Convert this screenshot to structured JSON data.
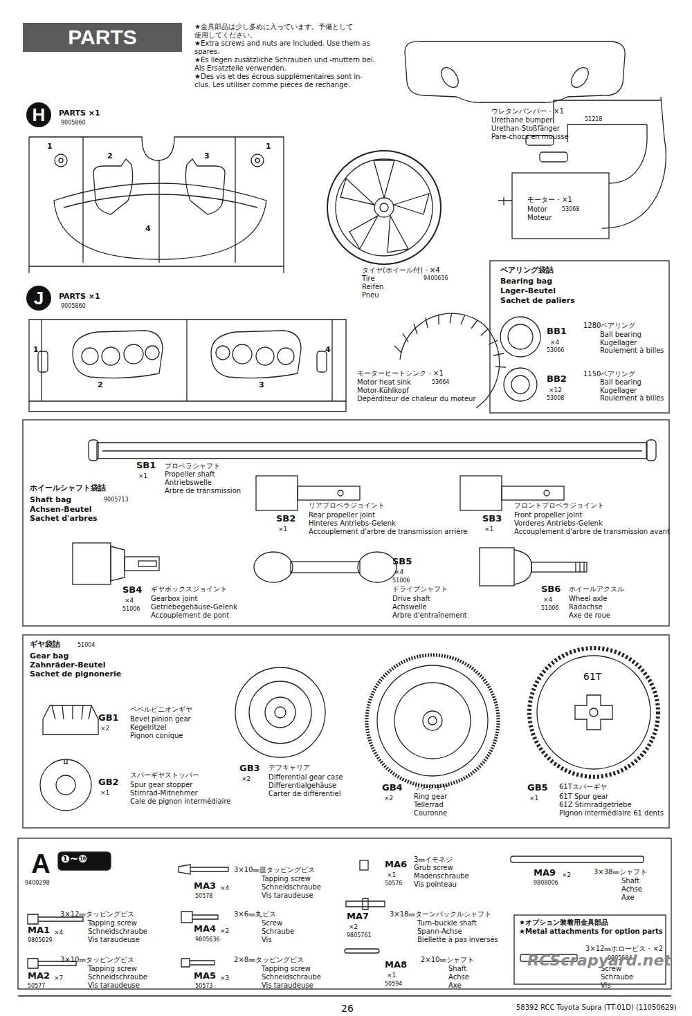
{
  "diagram": {
    "nodes": [
      {
        "text": [
          "PARTS"
        ]
      },
      {
        "text": [
          "H"
        ]
      },
      {
        "text": [
          "J"
        ]
      },
      {
        "text": [
          "A"
        ]
      }
    ],
    "labels": [
      "★金具部品は少し多めに入っています。予備として",
      "使用してください。",
      "★Extra screws and nuts are included. Use them as",
      "spares.",
      "★Es liegen zusätzliche Schrauben und -muttern bei.",
      "Als Ersatzteile verwenden.",
      "★Des vis et des écrous supplémentaires sont in-",
      "clus. Les utiliser comme pièces de rechange.",
      "PARTS ×1",
      "9005860",
      "1",
      "2",
      "3",
      "1",
      "4",
      "PARTS ×1",
      "9005860",
      "1",
      "2",
      "3",
      "4",
      "ウレタンバンパー・×1",
      "Urethane bumper",
      "51218",
      "Urethan-Stoßfänger",
      "Pare-chocs en mousse",
      "モーター・×1",
      "Motor",
      "53068",
      "Moteur",
      "タイヤ(ホイール付)・×4",
      "Tire",
      "9400616",
      "Reifen",
      "Pneu",
      "ベアリング袋詰",
      "Bearing bag",
      "Lager-Beutel",
      "Sachet de paliers",
      "BB1",
      "×4",
      "53066",
      "1280ベアリング",
      "Ball bearing",
      "Kugellager",
      "Roulement à billes",
      "BB2",
      "×12",
      "53008",
      "1150ベアリング",
      "Ball bearing",
      "Kugellager",
      "Roulement à billes",
      "モーターヒートシンク・×1",
      "Motor heat sink",
      "53664",
      "Motor-Kühlkopf",
      "Dépérditeur de chaleur du moteur",
      "SB1",
      "×1",
      "プロペラシャフト",
      "Propeller shaft",
      "Antriebswelle",
      "Arbre de transmission",
      "ホイールシャフト袋詰",
      "Shaft bag",
      "9005713",
      "Achsen-Beutel",
      "Sachet d'arbres",
      "SB2",
      "×1",
      "リアプロペラジョイント",
      "Rear propeller joint",
      "Hinteres Antriebs-Gelenk",
      "Accouplement d'arbre de transmission arrière",
      "SB3",
      "×1",
      "フロントプロペラジョイント",
      "Front propeller joint",
      "Vorderes Antriebs-Gelenk",
      "Accouplement d'arbre de transmission avant",
      "SB4",
      "×4",
      "51006",
      "ギヤボックスジョイント",
      "Gearbox joint",
      "Getriebegehäuse-Gelenk",
      "Accouplement de pont",
      "SB5",
      "×4",
      "51006",
      "ドライブシャフト",
      "Drive shaft",
      "Achswelle",
      "Arbre d'entraînement",
      "SB6",
      "×4",
      "51006",
      "ホイールアクスル",
      "Wheel axle",
      "Radachse",
      "Axe de roue",
      "ギヤ袋詰",
      "51004",
      "Gear bag",
      "Zahnräder-Beutel",
      "Sachet de pignonerie",
      "GB1",
      "×2",
      "ベベルピニオンギヤ",
      "Bevel pinion gear",
      "Kegelritzel",
      "Pignon conique",
      "GB2",
      "×1",
      "スパーギヤストッパー",
      "Spur gear stopper",
      "Stirnrad-Mitnehmer",
      "Cale de pignon intermédiaire",
      "GB3",
      "×2",
      "デフキャリア",
      "Differential gear case",
      "Differentialgehäuse",
      "Carter de différentiel",
      "GB4",
      "×2",
      "リングギヤ",
      "Ring gear",
      "Tellerrad",
      "Couronne",
      "GB5",
      "×1",
      "61Tスパーギヤ",
      "61T Spur gear",
      "61Z Stirnradgetriebe",
      "Pignon intermédiaire 61 dents",
      "61T",
      "❶~❿",
      "9400298",
      "MA3",
      "×4",
      "50578",
      "3×10㎜皿タッピングビス",
      "Tapping screw",
      "Schneidschraube",
      "Vis taraudeuse",
      "MA1",
      "×4",
      "9805629",
      "3×12㎜タッピングビス",
      "Tapping screw",
      "Schneidschraube",
      "Vis taraudeuse",
      "MA4",
      "×2",
      "9805636",
      "3×6㎜丸ビス",
      "Screw",
      "Schraube",
      "Vis",
      "MA2",
      "×7",
      "50577",
      "3×10㎜タッピングビス",
      "Tapping screw",
      "Schneidschraube",
      "Vis taraudeuse",
      "MA5",
      "×3",
      "50573",
      "2×8㎜タッピングビス",
      "Tapping screw",
      "Schneidschraube",
      "Vis taraudeuse",
      "MA6",
      "×1",
      "50576",
      "3㎜イモネジ",
      "Grub screw",
      "Madenschraube",
      "Vis pointeau",
      "MA7",
      "×2",
      "9805761",
      "3×18㎜ターンバックルシャフト",
      "Turn-buckle shaft",
      "Spann-Achse",
      "Biellette à pas inversés",
      "MA8",
      "×1",
      "50594",
      "2×10㎜シャフト",
      "Shaft",
      "Achse",
      "Axe",
      "MA9",
      "×2",
      "9808006",
      "3×38㎜シャフト",
      "Shaft",
      "Achse",
      "Axe",
      "★オプション装着用金具部品",
      "★Metal attachments for option parts",
      "3×12㎜ホロービス・×2",
      "9805684",
      "Screw",
      "Schraube",
      "Vis",
      "26",
      "58392 RCC Toyota Supra (TT-01D) (11050629)",
      "RCScrapyard.net"
    ]
  }
}
